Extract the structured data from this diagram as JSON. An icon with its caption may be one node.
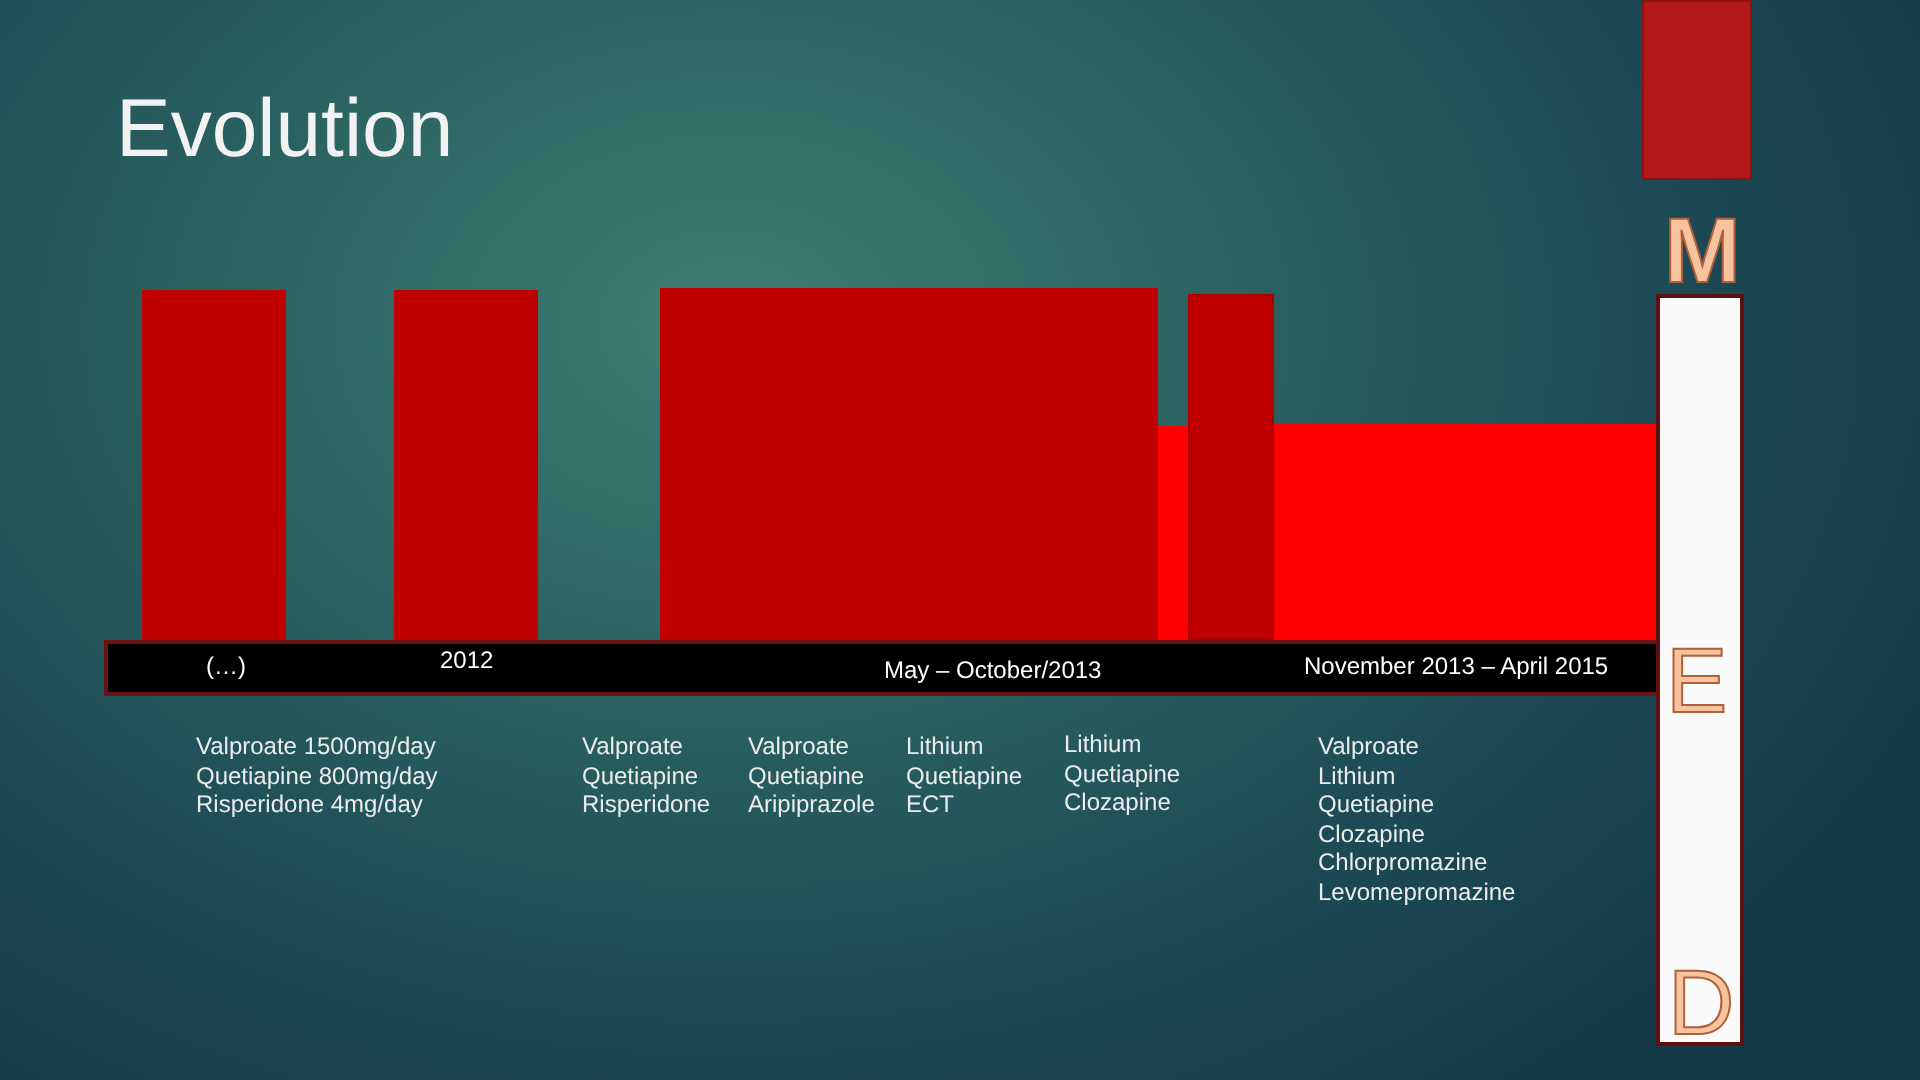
{
  "diagram": {
    "title": "Evolution",
    "nodes": [
      {
        "text": [],
        "shape": "box"
      },
      {
        "text": [],
        "shape": "bar"
      },
      {
        "text": [],
        "shape": "bar"
      },
      {
        "text": [],
        "shape": "bar"
      },
      {
        "text": [],
        "shape": "bar"
      },
      {
        "text": [],
        "shape": "bar"
      },
      {
        "text": [],
        "shape": "bar"
      },
      {
        "text": [
          "(…)",
          "2012",
          "May – October/2013",
          "November 2013 – April 2015"
        ]
      },
      {
        "text": [
          "M",
          "E",
          "D"
        ]
      }
    ],
    "edges": [],
    "labels": [
      "Valproate 1500mg/day",
      "Quetiapine 800mg/day",
      "Risperidone 4mg/day",
      "Valproate",
      "Quetiapine",
      "Risperidone",
      "Valproate",
      "Quetiapine",
      "Aripiprazole",
      "Lithium",
      "Quetiapine",
      "ECT",
      "Lithium",
      "Quetiapine",
      "Clozapine",
      "Valproate",
      "Lithium",
      "Quetiapine",
      "Clozapine",
      "Chlorpromazine",
      "Levomepromazine"
    ]
  }
}
